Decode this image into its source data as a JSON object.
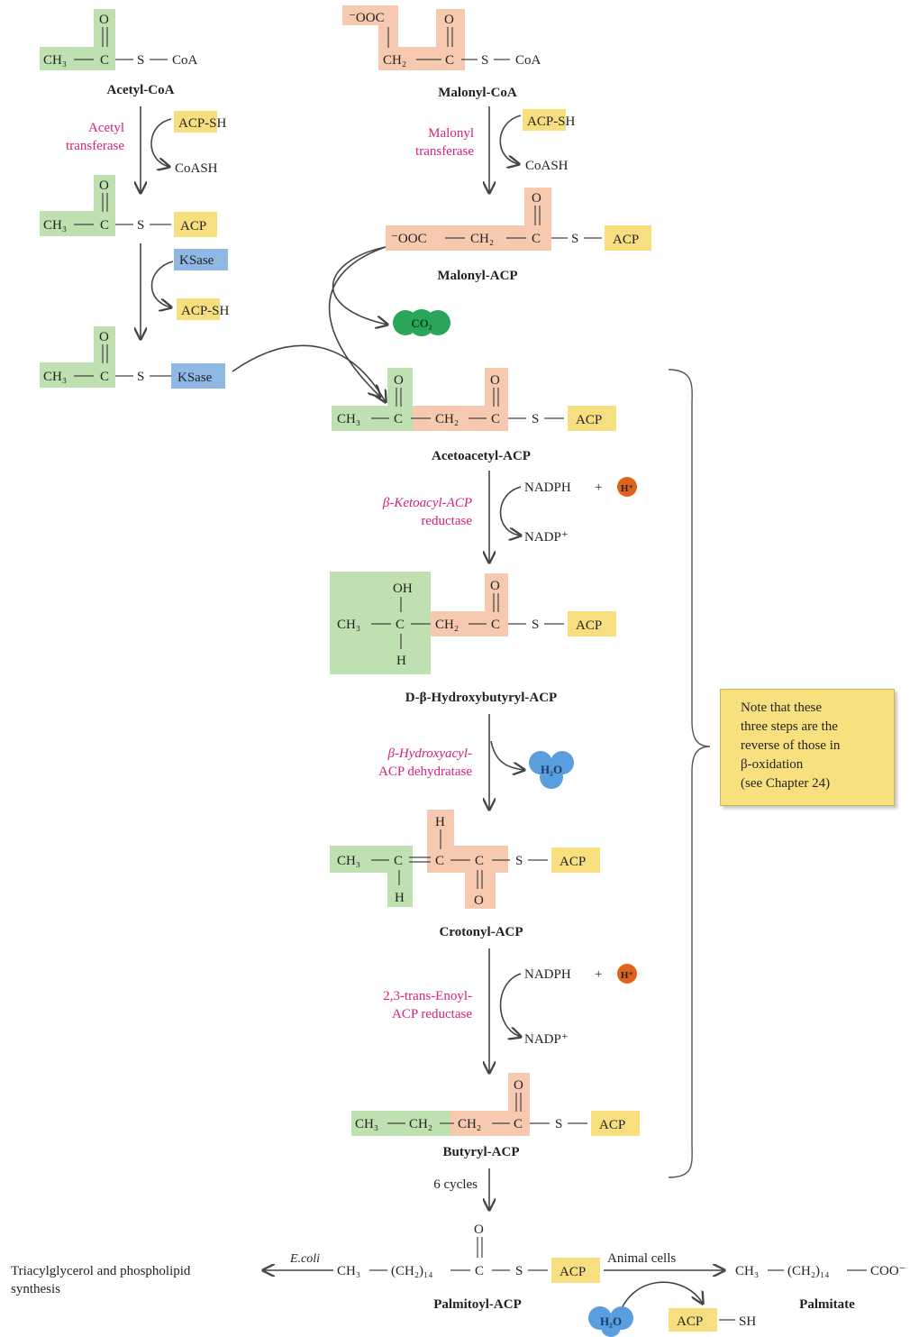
{
  "colors": {
    "acetyl": "#bfe0b0",
    "malonyl": "#f6c9b0",
    "acp": "#f7df80",
    "enzyme": "#8fb8e4",
    "enzyme_name": "#d4237a",
    "co2": "#2aa65a",
    "water": "#5a9ee0",
    "proton": "#e0631b"
  },
  "atoms": {
    "o": "O",
    "c": "C",
    "s": "S",
    "h": "H",
    "oh": "OH",
    "ch3": "CH₃",
    "ch2": "CH₂",
    "coa": "CoA",
    "acp": "ACP",
    "sh": "SH",
    "ooc": "⁻OOC",
    "ch2_14": "(CH₂)₁₄",
    "coo": "COO⁻"
  },
  "molecules": {
    "acetyl_coa": "Acetyl-CoA",
    "malonyl_coa": "Malonyl-CoA",
    "malonyl_acp": "Malonyl-ACP",
    "acetoacetyl_acp": "Acetoacetyl-ACP",
    "hydroxybutyryl_acp": "D-β-Hydroxybutyryl-ACP",
    "crotonyl_acp": "Crotonyl-ACP",
    "butyryl_acp": "Butyryl-ACP",
    "palmitoyl_acp": "Palmitoyl-ACP",
    "palmitate": "Palmitate"
  },
  "enzymes": {
    "acetyl_transferase": [
      "Acetyl",
      "transferase"
    ],
    "malonyl_transferase": [
      "Malonyl",
      "transferase"
    ],
    "ketoacyl_reductase": [
      "β-Ketoacyl-ACP",
      "reductase"
    ],
    "dehydratase": [
      "β-Hydroxyacyl-",
      "ACP dehydratase"
    ],
    "enoyl_reductase": [
      "2,3-trans-Enoyl-",
      "ACP reductase"
    ]
  },
  "reagents": {
    "acp_sh": "ACP-SH",
    "coash": "CoASH",
    "ksase": "KSase",
    "co2": "CO₂",
    "nadph": "NADPH",
    "plus": "+",
    "h_plus": "H⁺",
    "nadp": "NADP⁺",
    "h2o": "H₂O"
  },
  "labels": {
    "cycles": "6 cycles",
    "ecoli": "E.coli",
    "animal_cells": "Animal cells",
    "product_left": [
      "Triacylglycerol and phospholipid",
      "synthesis"
    ]
  },
  "note": [
    "Note that these",
    "three steps are the",
    "reverse of those in",
    "β-oxidation",
    "(see Chapter 24)"
  ]
}
